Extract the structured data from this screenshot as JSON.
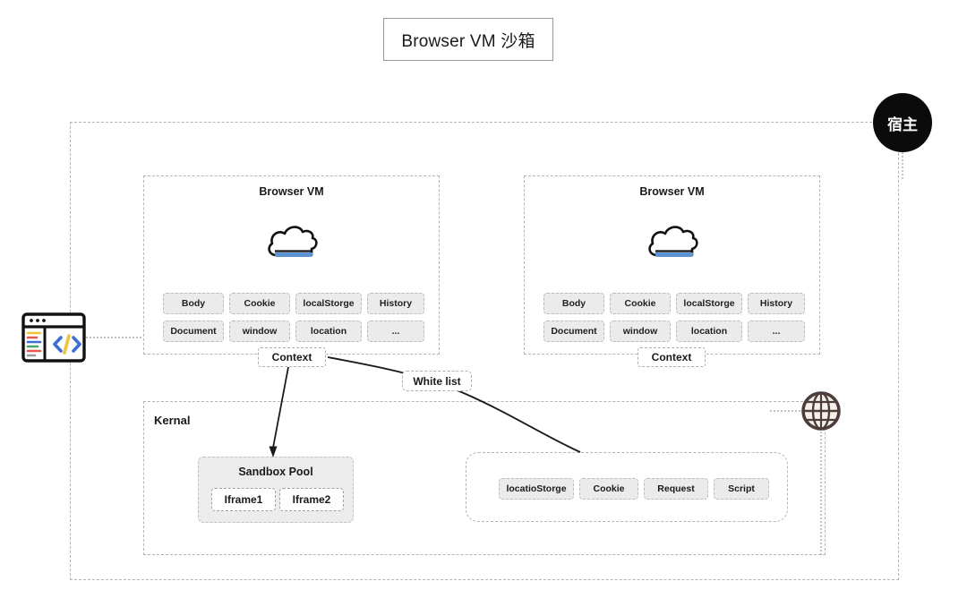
{
  "title": {
    "text": "Browser VM 沙箱"
  },
  "host": {
    "label": "宿主",
    "color": "#0b0b0b"
  },
  "kernal": {
    "label": "Kernal"
  },
  "vm_left": {
    "title": "Browser VM",
    "icon": "cloud-icon",
    "context_label": "Context",
    "attributes_row1": [
      "Body",
      "Cookie",
      "localStorge",
      "History"
    ],
    "attributes_row2": [
      "Document",
      "window",
      "location",
      "..."
    ]
  },
  "vm_right": {
    "title": "Browser VM",
    "icon": "cloud-icon",
    "context_label": "Context",
    "attributes_row1": [
      "Body",
      "Cookie",
      "localStorge",
      "History"
    ],
    "attributes_row2": [
      "Document",
      "window",
      "location",
      "..."
    ]
  },
  "whitelist": {
    "label": "White list"
  },
  "sandbox_pool": {
    "title": "Sandbox Pool",
    "iframes": [
      "Iframe1",
      "Iframe2"
    ]
  },
  "resources": {
    "items": [
      "locatioStorge",
      "Cookie",
      "Request",
      "Script"
    ]
  },
  "icons": {
    "browser_code": "browser-code-icon",
    "globe": "globe-icon",
    "cloud": "cloud-icon"
  },
  "colors": {
    "chip_fill": "#ebebeb",
    "dash_border": "#b4b4b4",
    "host_fill": "#0b0b0b",
    "cloud_accent": "#5b93d3",
    "code_blue": "#3b6fd4",
    "code_yellow": "#f0c33c",
    "globe": "#4d3d3d"
  }
}
